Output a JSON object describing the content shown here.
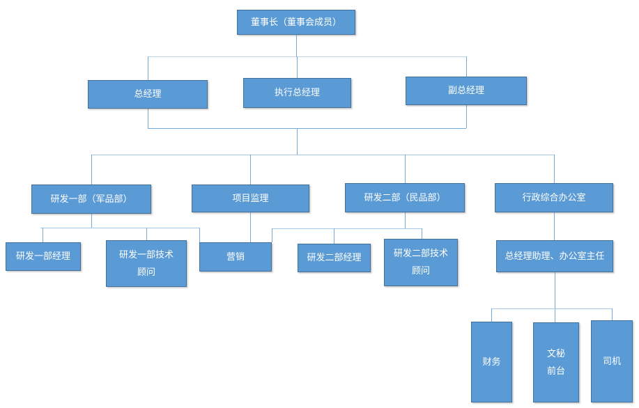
{
  "org_chart": {
    "nodes": {
      "chairman": {
        "label": "董事长（董事会成员）"
      },
      "gm": {
        "label": "总经理"
      },
      "egm": {
        "label": "执行总经理"
      },
      "dgm": {
        "label": "副总经理"
      },
      "rd1": {
        "label": "研发一部（军品部）"
      },
      "supervision": {
        "label": "项目监理"
      },
      "rd2": {
        "label": "研发二部（民品部）"
      },
      "admin_office": {
        "label": "行政综合办公室"
      },
      "rd1_manager": {
        "label": "研发一部经理"
      },
      "rd1_consultant": {
        "label": "研发一部技术顾问"
      },
      "marketing": {
        "label": "营销"
      },
      "rd2_manager": {
        "label": "研发二部经理"
      },
      "rd2_consultant": {
        "label": "研发二部技术顾问"
      },
      "gm_assistant": {
        "label": "总经理助理、办公室主任"
      },
      "finance": {
        "label": "财务"
      },
      "secretary": {
        "label": "文秘前台"
      },
      "driver": {
        "label": "司机"
      }
    },
    "rows": [
      [
        "chairman"
      ],
      [
        "gm",
        "egm",
        "dgm"
      ],
      [
        "rd1",
        "supervision",
        "rd2",
        "admin_office"
      ],
      [
        "rd1_manager",
        "rd1_consultant",
        "marketing",
        "rd2_manager",
        "rd2_consultant",
        "gm_assistant"
      ],
      [
        "finance",
        "secretary",
        "driver"
      ]
    ],
    "edges": [
      [
        "chairman",
        "gm"
      ],
      [
        "chairman",
        "egm"
      ],
      [
        "chairman",
        "dgm"
      ],
      [
        "rd1",
        "rd1_manager"
      ],
      [
        "rd1",
        "rd1_consultant"
      ],
      [
        "supervision",
        "marketing"
      ],
      [
        "rd2",
        "rd2_manager"
      ],
      [
        "rd2",
        "rd2_consultant"
      ],
      [
        "admin_office",
        "gm_assistant"
      ],
      [
        "gm_assistant",
        "finance"
      ],
      [
        "gm_assistant",
        "secretary"
      ],
      [
        "gm_assistant",
        "driver"
      ]
    ],
    "colors": {
      "background": "#FFFFFF",
      "node_fill": "#5B9BD5",
      "node_border": "#41719C",
      "node_text": "#FFFFFF",
      "connector_vertical": "#74A9DB",
      "connector_horizontal": "#A5C8EA",
      "connector_light": "#BCD5EE",
      "connector_dark": "#6FA8DC"
    }
  }
}
